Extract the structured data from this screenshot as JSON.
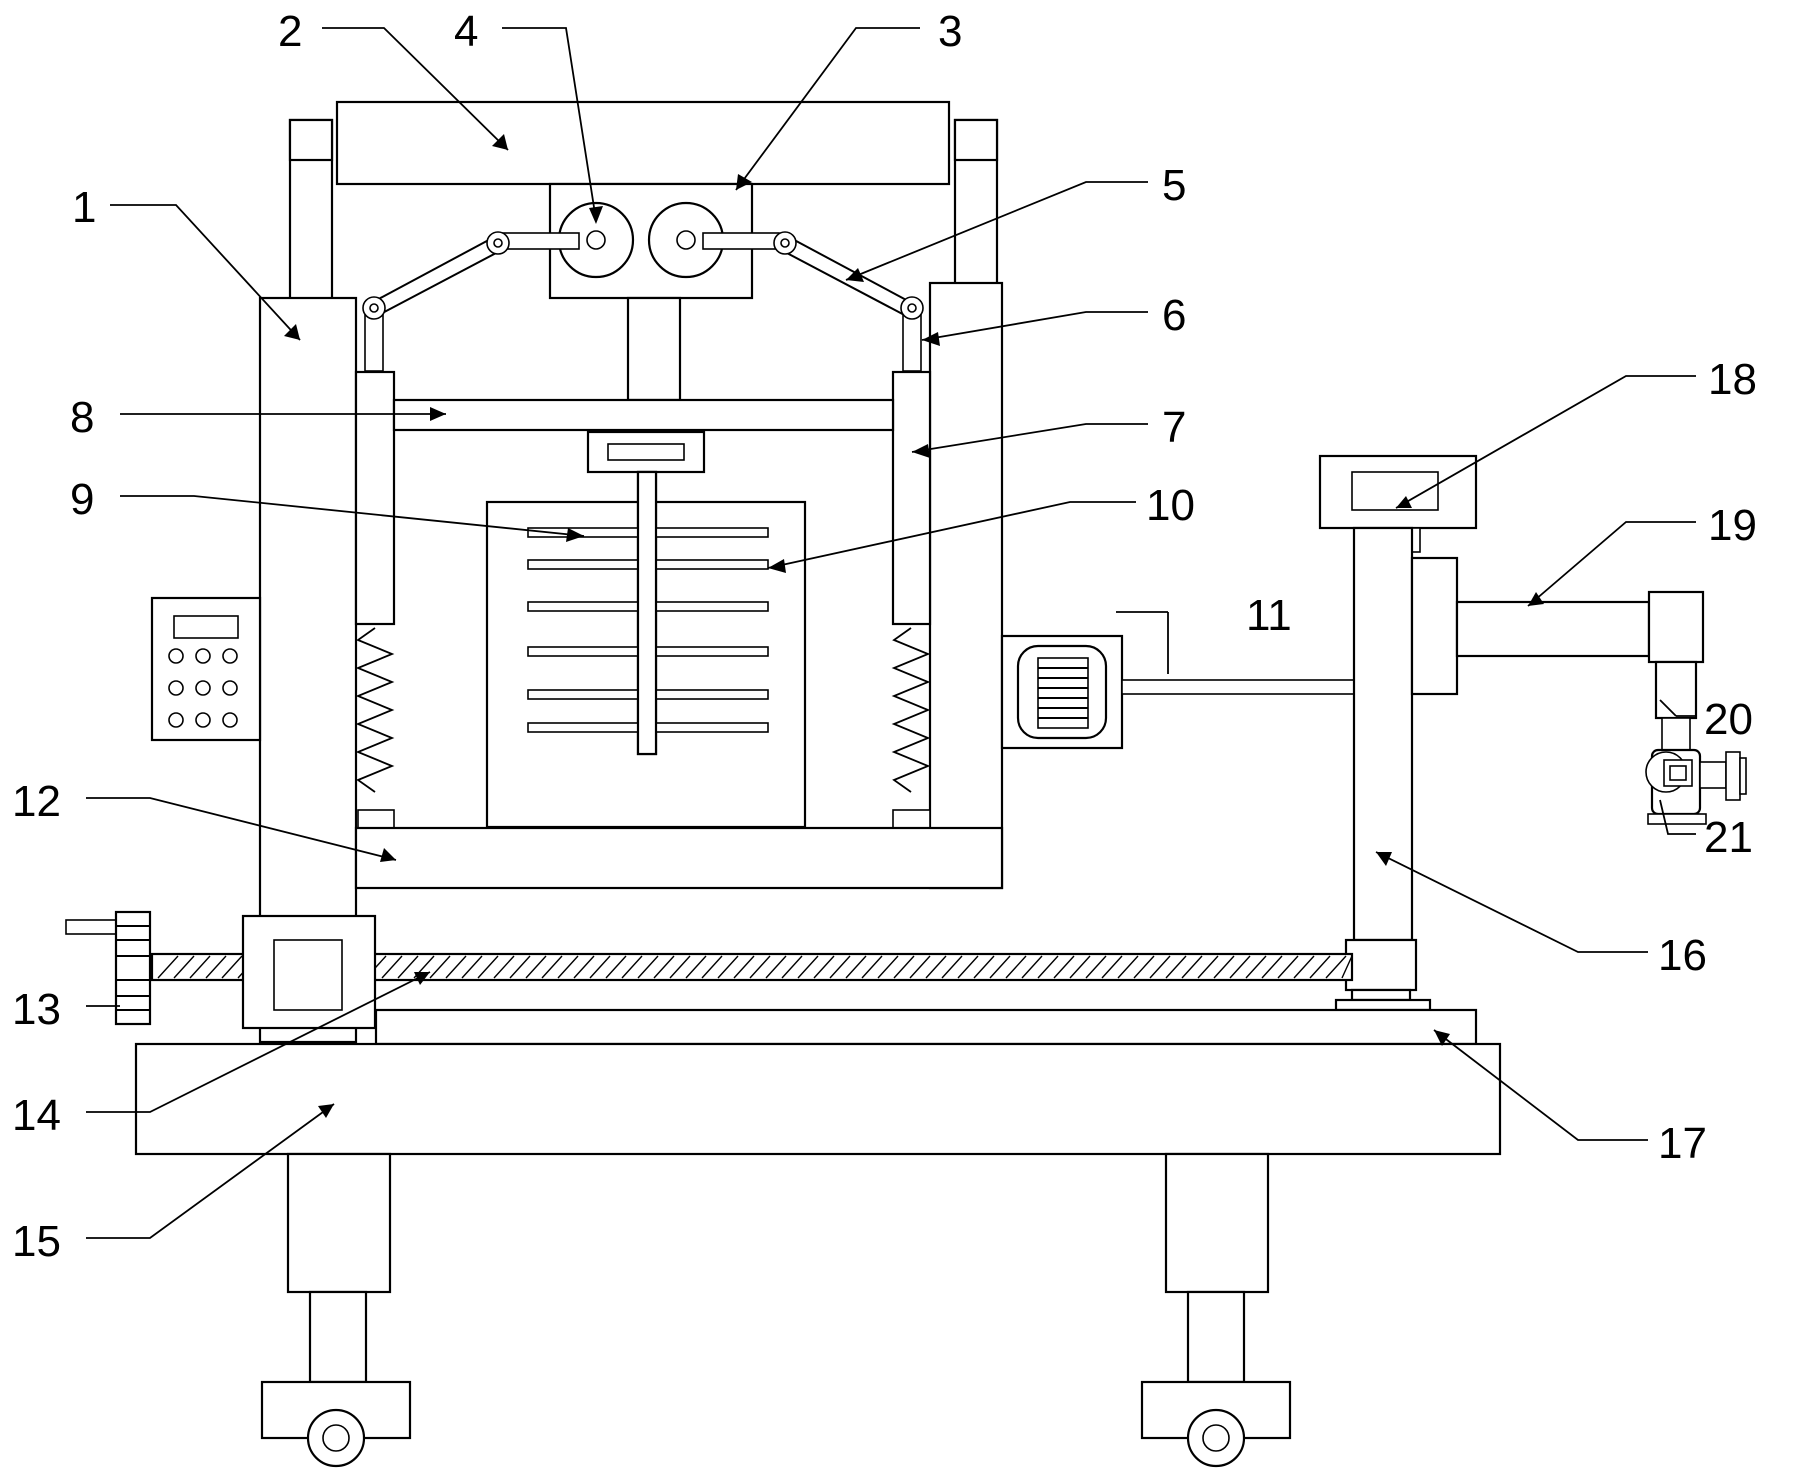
{
  "figure": {
    "description_visible": false,
    "labels": [
      {
        "id": "1",
        "text": "1"
      },
      {
        "id": "2",
        "text": "2"
      },
      {
        "id": "3",
        "text": "3"
      },
      {
        "id": "4",
        "text": "4"
      },
      {
        "id": "5",
        "text": "5"
      },
      {
        "id": "6",
        "text": "6"
      },
      {
        "id": "7",
        "text": "7"
      },
      {
        "id": "8",
        "text": "8"
      },
      {
        "id": "9",
        "text": "9"
      },
      {
        "id": "10",
        "text": "10"
      },
      {
        "id": "11",
        "text": "11"
      },
      {
        "id": "12",
        "text": "12"
      },
      {
        "id": "13",
        "text": "13"
      },
      {
        "id": "14",
        "text": "14"
      },
      {
        "id": "15",
        "text": "15"
      },
      {
        "id": "16",
        "text": "16"
      },
      {
        "id": "17",
        "text": "17"
      },
      {
        "id": "18",
        "text": "18"
      },
      {
        "id": "19",
        "text": "19"
      },
      {
        "id": "20",
        "text": "20"
      },
      {
        "id": "21",
        "text": "21"
      }
    ]
  }
}
